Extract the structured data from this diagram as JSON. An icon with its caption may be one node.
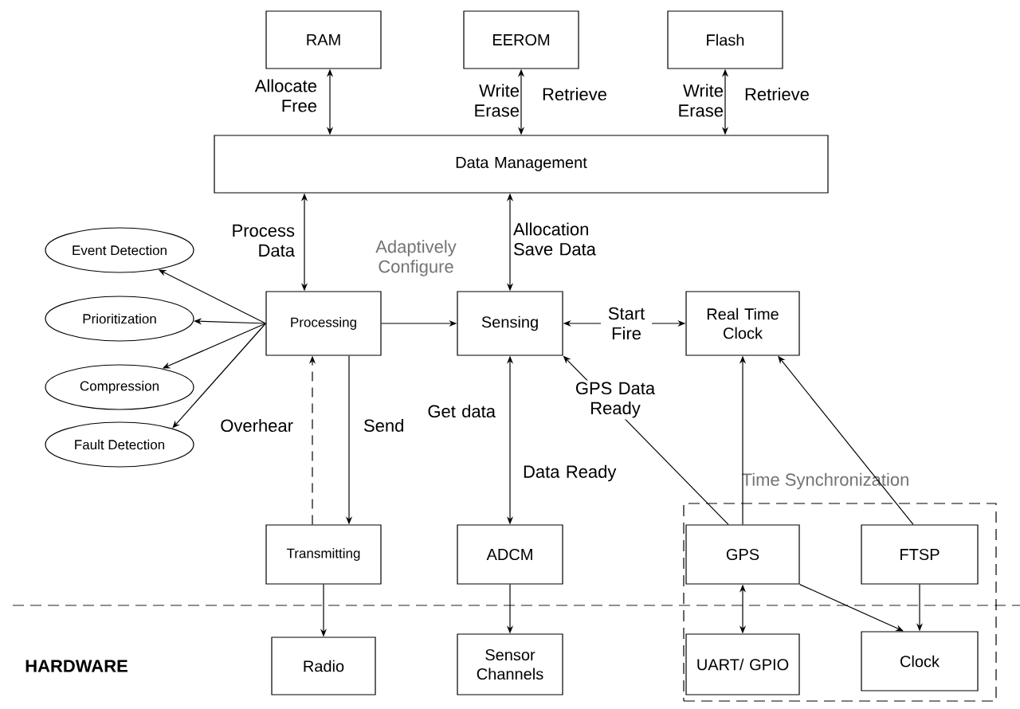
{
  "diagram": {
    "nodes": [
      {
        "text": [
          "RAM"
        ]
      },
      {
        "text": [
          "EEROM"
        ]
      },
      {
        "text": [
          "Flash"
        ]
      },
      {
        "text": [
          "Data Management"
        ]
      },
      {
        "text": [
          "Event Detection"
        ]
      },
      {
        "text": [
          "Prioritization"
        ]
      },
      {
        "text": [
          "Compression"
        ]
      },
      {
        "text": [
          "Fault Detection"
        ]
      },
      {
        "text": [
          "Processing"
        ]
      },
      {
        "text": [
          "Sensing"
        ]
      },
      {
        "text": [
          "Real Time Clock"
        ]
      },
      {
        "text": [
          "Transmitting"
        ]
      },
      {
        "text": [
          "ADCM"
        ]
      },
      {
        "text": [
          "Time Synchronization"
        ]
      },
      {
        "text": [
          "GPS"
        ],
        "in": 13
      },
      {
        "text": [
          "FTSP"
        ],
        "in": 13
      },
      {
        "text": [
          "Radio"
        ]
      },
      {
        "text": [
          "Sensor Channels"
        ]
      },
      {
        "text": [
          "UART/ GPIO"
        ],
        "in": 13
      },
      {
        "text": [
          "Clock"
        ],
        "in": 13
      }
    ],
    "edges": [
      {
        "from": 0,
        "to": 3,
        "arrow": "both",
        "label": "Allocate Free"
      },
      {
        "from": 1,
        "to": 3,
        "arrow": "both",
        "label": "Write Erase"
      },
      {
        "from": 2,
        "to": 3,
        "arrow": "both",
        "label": "Write Erase"
      },
      {
        "from": 3,
        "to": 8,
        "arrow": "both",
        "label": "Process Data"
      },
      {
        "from": 3,
        "to": 9,
        "arrow": "both",
        "label": "Allocation Save Data"
      },
      {
        "from": 8,
        "to": 4,
        "arrow": "to"
      },
      {
        "from": 8,
        "to": 5,
        "arrow": "to"
      },
      {
        "from": 8,
        "to": 6,
        "arrow": "to"
      },
      {
        "from": 8,
        "to": 7,
        "arrow": "to"
      },
      {
        "from": 8,
        "to": 9,
        "arrow": "to"
      },
      {
        "from": 9,
        "to": 10,
        "arrow": "both",
        "label": "Start Fire"
      },
      {
        "from": 11,
        "to": 8,
        "arrow": "to",
        "label": "Overhear",
        "style": "dashed"
      },
      {
        "from": 8,
        "to": 11,
        "arrow": "to",
        "label": "Send"
      },
      {
        "from": 9,
        "to": 12,
        "arrow": "both",
        "label": "Get data"
      },
      {
        "from": 14,
        "to": 9,
        "arrow": "to",
        "label": "GPS Data Ready"
      },
      {
        "from": 14,
        "to": 10,
        "arrow": "to"
      },
      {
        "from": 15,
        "to": 10,
        "arrow": "to"
      },
      {
        "from": 11,
        "to": 16,
        "arrow": "to"
      },
      {
        "from": 12,
        "to": 17,
        "arrow": "to"
      },
      {
        "from": 14,
        "to": 18,
        "arrow": "both"
      },
      {
        "from": 14,
        "to": 19,
        "arrow": "to"
      },
      {
        "from": 15,
        "to": 19,
        "arrow": "to"
      }
    ],
    "labels": [
      "Retrieve",
      "Retrieve",
      "Adaptively Configure",
      "Data Ready",
      "HARDWARE"
    ]
  }
}
